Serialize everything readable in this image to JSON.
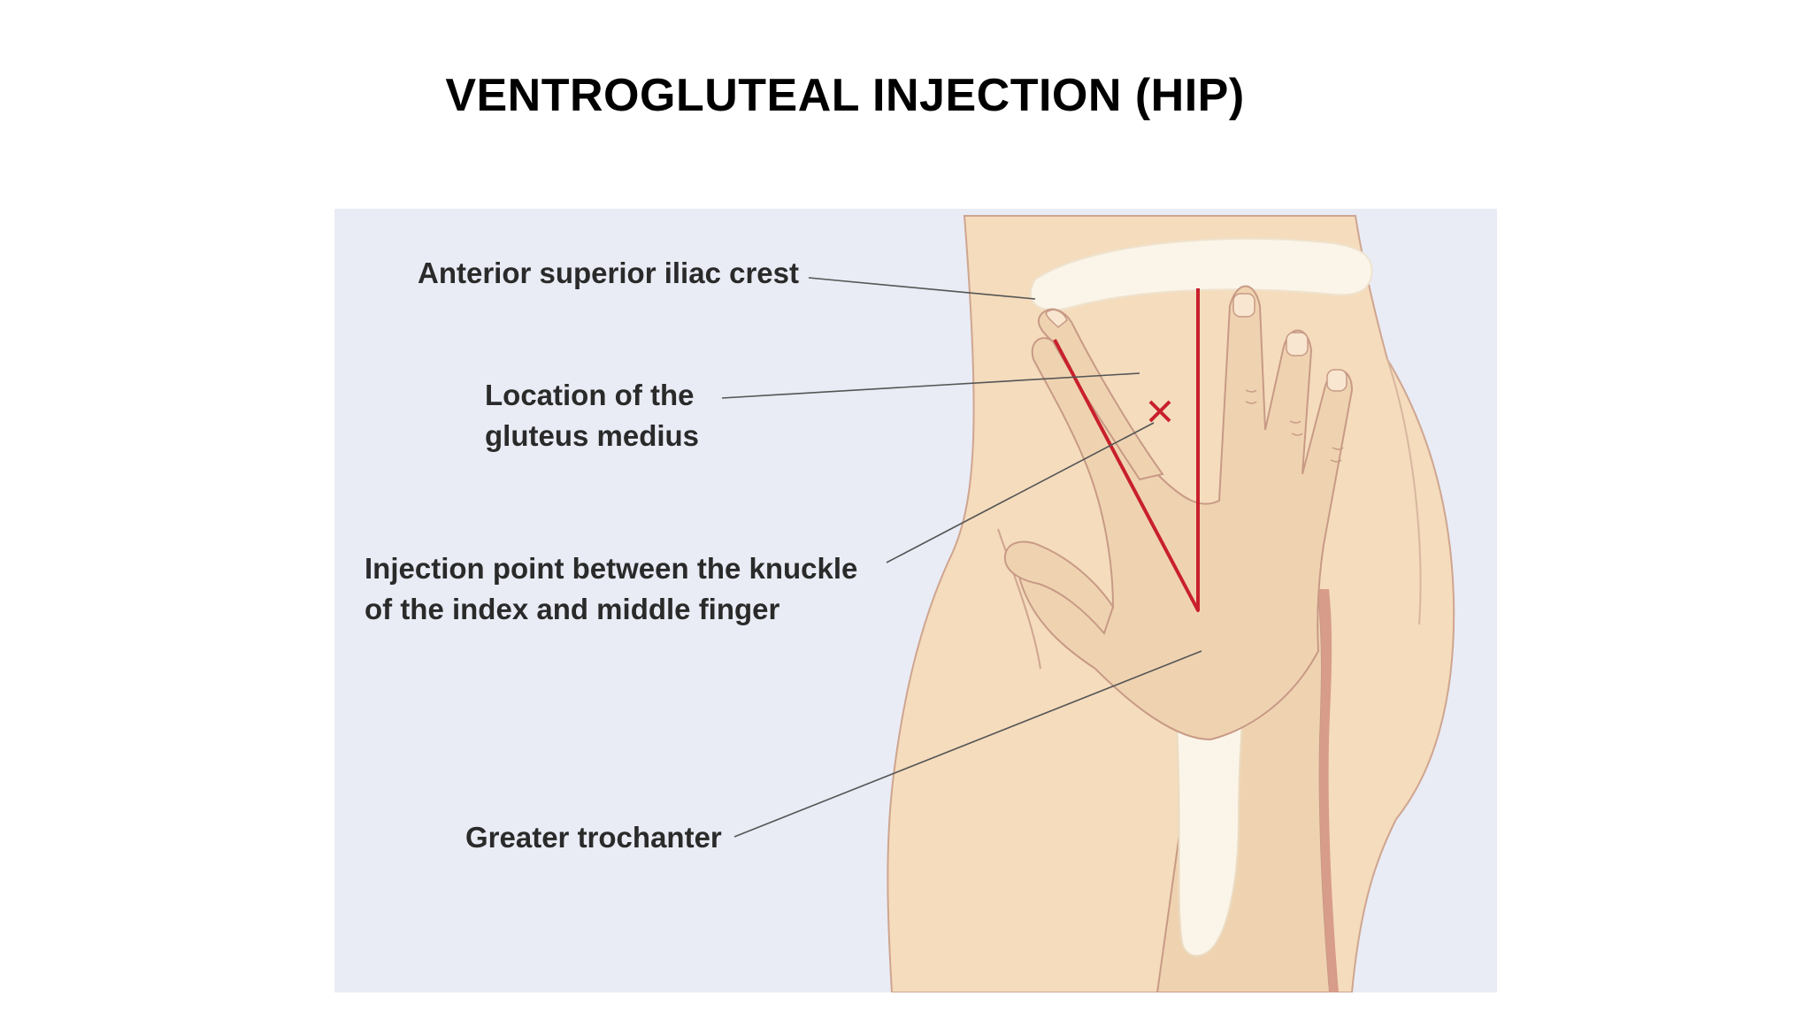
{
  "slide": {
    "title": "VENTROGLUTEAL INJECTION (HIP)"
  },
  "diagram": {
    "labels": {
      "iliac_crest": "Anterior superior iliac crest",
      "gluteus_line1": "Location of the",
      "gluteus_line2": "gluteus medius",
      "injection_line1": "Injection point between the knuckle",
      "injection_line2": "of the index and middle finger",
      "trochanter": "Greater trochanter"
    },
    "colors": {
      "background": "#e9ecf5",
      "skin": "#f4dcbd",
      "hand": "#efd3b1",
      "bone": "#fbf5e9",
      "outline": "#c89a86",
      "red_marker": "#c8202c",
      "leader_line": "#555555"
    }
  }
}
